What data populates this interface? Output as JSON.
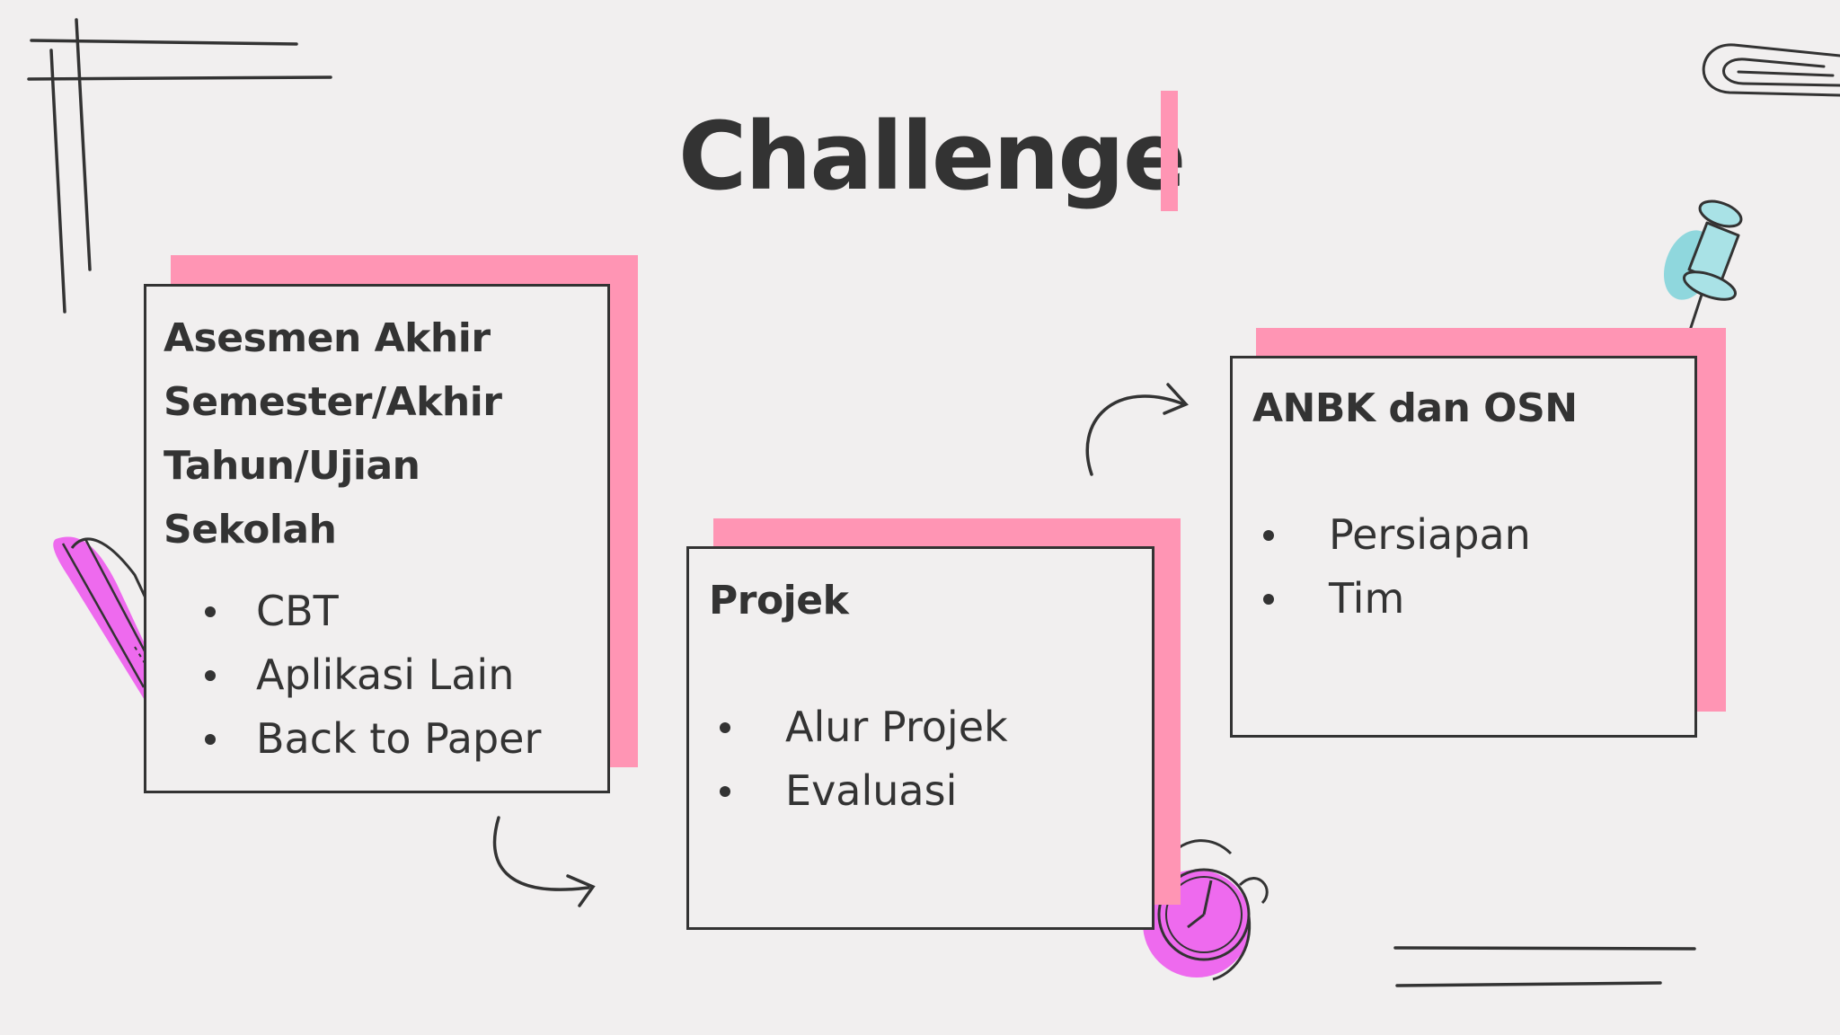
{
  "slide": {
    "title": "Challenge",
    "accent_color": "#ff95b4",
    "text_color": "#333333",
    "background_color": "#f1efef"
  },
  "cards": [
    {
      "title_lines": [
        "Asesmen Akhir",
        "Semester/Akhir",
        "Tahun/Ujian",
        "Sekolah"
      ],
      "bullets": [
        "CBT",
        "Aplikasi Lain",
        "Back to Paper"
      ]
    },
    {
      "title_lines": [
        "Projek"
      ],
      "bullets": [
        "Alur Projek",
        "Evaluasi"
      ]
    },
    {
      "title_lines": [
        "ANBK dan OSN"
      ],
      "bullets": [
        "Persiapan",
        "Tim"
      ]
    }
  ],
  "decorations": [
    "corner-lines-icon",
    "paperclip-icon",
    "pushpin-icon",
    "pen-icon",
    "alarm-clock-icon",
    "curved-arrow-icon",
    "curved-arrow-icon",
    "underline-strokes-icon"
  ]
}
